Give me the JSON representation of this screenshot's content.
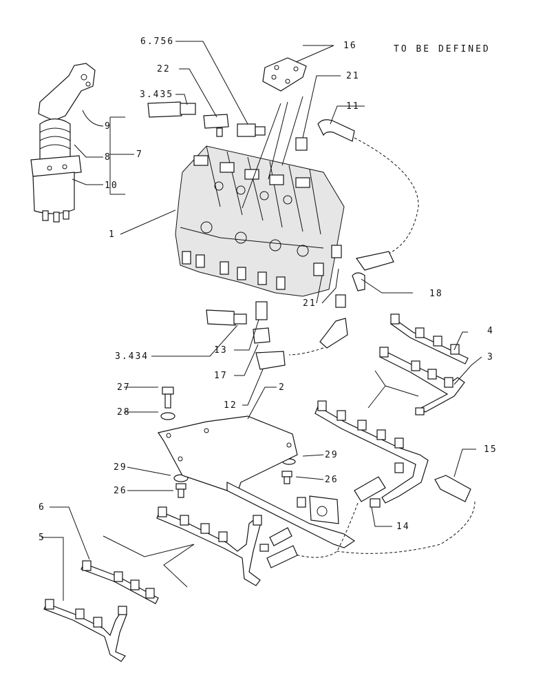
{
  "note": "TO BE DEFINED",
  "labels": {
    "l_6756": "6.756",
    "l_16": "16",
    "l_22": "22",
    "l_21a": "21",
    "l_3435": "3.435",
    "l_11": "11",
    "l_9": "9",
    "l_8": "8",
    "l_7": "7",
    "l_10": "10",
    "l_1": "1",
    "l_18": "18",
    "l_21b": "21",
    "l_3434": "3.434",
    "l_13": "13",
    "l_4": "4",
    "l_3": "3",
    "l_17": "17",
    "l_12": "12",
    "l_27": "27",
    "l_2": "2",
    "l_28": "28",
    "l_29a": "29",
    "l_15": "15",
    "l_29b": "29",
    "l_26a": "26",
    "l_26b": "26",
    "l_14": "14",
    "l_6": "6",
    "l_5": "5"
  }
}
